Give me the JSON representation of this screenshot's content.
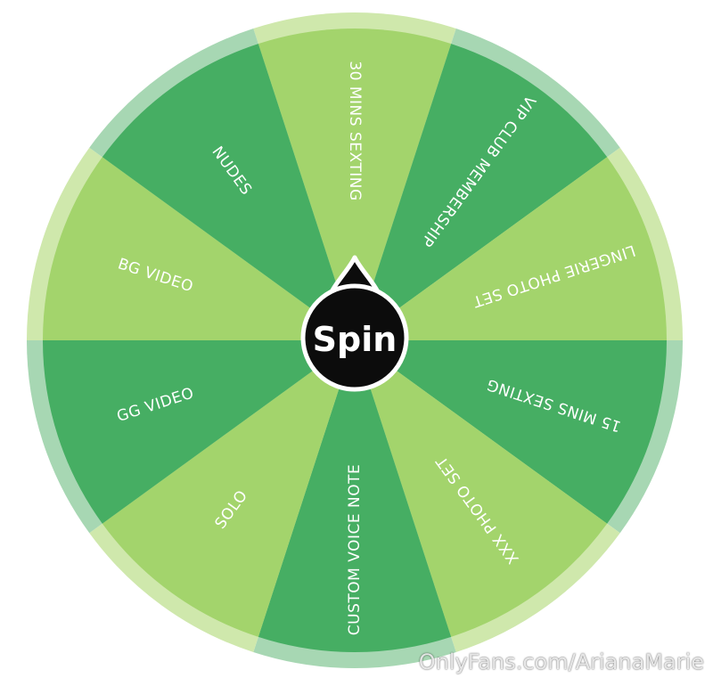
{
  "wheel": {
    "segments": [
      {
        "label": "30 MINS SEXTING"
      },
      {
        "label": "VIP CLUB MEMBERSHIP"
      },
      {
        "label": "LINGERIE PHOTO SET"
      },
      {
        "label": "15 MINS SEXTING"
      },
      {
        "label": "XXX PHOTO SET"
      },
      {
        "label": "CUSTOM VOICE NOTE"
      },
      {
        "label": "SOLO"
      },
      {
        "label": "GG VIDEO"
      },
      {
        "label": "BG VIDEO"
      },
      {
        "label": "NUDES"
      }
    ],
    "spin_button": {
      "label": "Spin"
    },
    "colors": {
      "light_segment": "#a3d46c",
      "dark_segment": "#46ae63",
      "light_rim": "#cfe8ac",
      "dark_rim": "#a7d7b3",
      "spin_button": "#0c0c0c"
    }
  },
  "watermark": "OnlyFans.com/ArianaMarie"
}
